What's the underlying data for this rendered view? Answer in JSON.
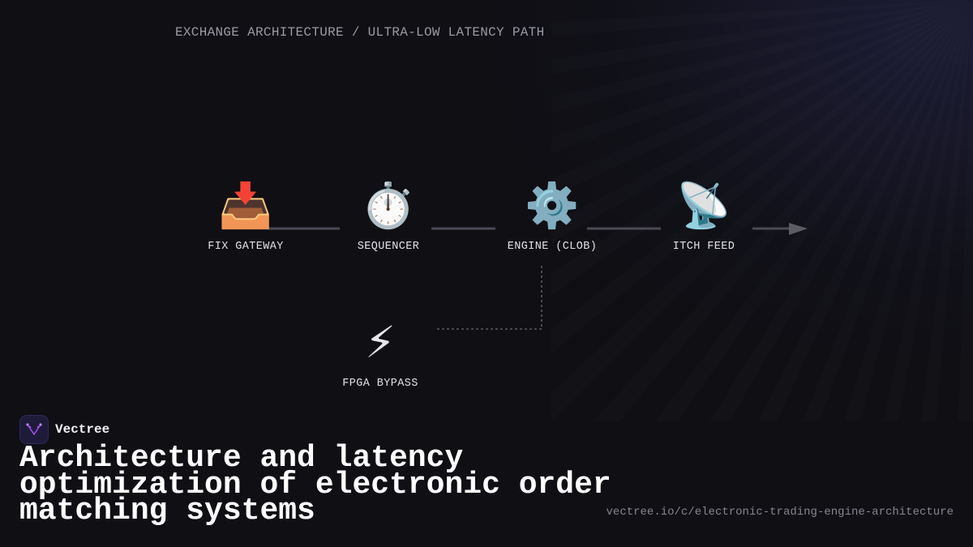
{
  "header": {
    "subtitle": "EXCHANGE ARCHITECTURE / ULTRA-LOW LATENCY PATH"
  },
  "diagram": {
    "nodes": [
      {
        "id": "fix-gateway",
        "icon": "inbox-tray-icon",
        "glyph": "📥",
        "label": "FIX GATEWAY"
      },
      {
        "id": "sequencer",
        "icon": "stopwatch-icon",
        "glyph": "⏱️",
        "label": "SEQUENCER"
      },
      {
        "id": "engine",
        "icon": "gear-icon",
        "glyph": "⚙️",
        "label": "ENGINE (CLOB)"
      },
      {
        "id": "itch-feed",
        "icon": "satellite-antenna-icon",
        "glyph": "📡",
        "label": "ITCH FEED"
      },
      {
        "id": "fpga-bypass",
        "icon": "lightning-icon",
        "glyph": "⚡",
        "label": "FPGA BYPASS"
      }
    ],
    "edges": [
      {
        "from": "fix-gateway",
        "to": "sequencer",
        "style": "solid"
      },
      {
        "from": "sequencer",
        "to": "engine",
        "style": "solid"
      },
      {
        "from": "engine",
        "to": "itch-feed",
        "style": "solid"
      },
      {
        "from": "itch-feed",
        "to": "output",
        "style": "solid-arrow"
      },
      {
        "from": "engine",
        "to": "fpga-bypass",
        "style": "dashed"
      }
    ],
    "colors": {
      "line": "#4a4a52",
      "dashed": "#5a5a62",
      "arrow": "#5c5c64"
    }
  },
  "brand": {
    "name": "Vectree",
    "logo_color": "#a855f7"
  },
  "headline": "Architecture and latency optimization of electronic order matching systems",
  "footer": {
    "url": "vectree.io/c/electronic-trading-engine-architecture"
  }
}
